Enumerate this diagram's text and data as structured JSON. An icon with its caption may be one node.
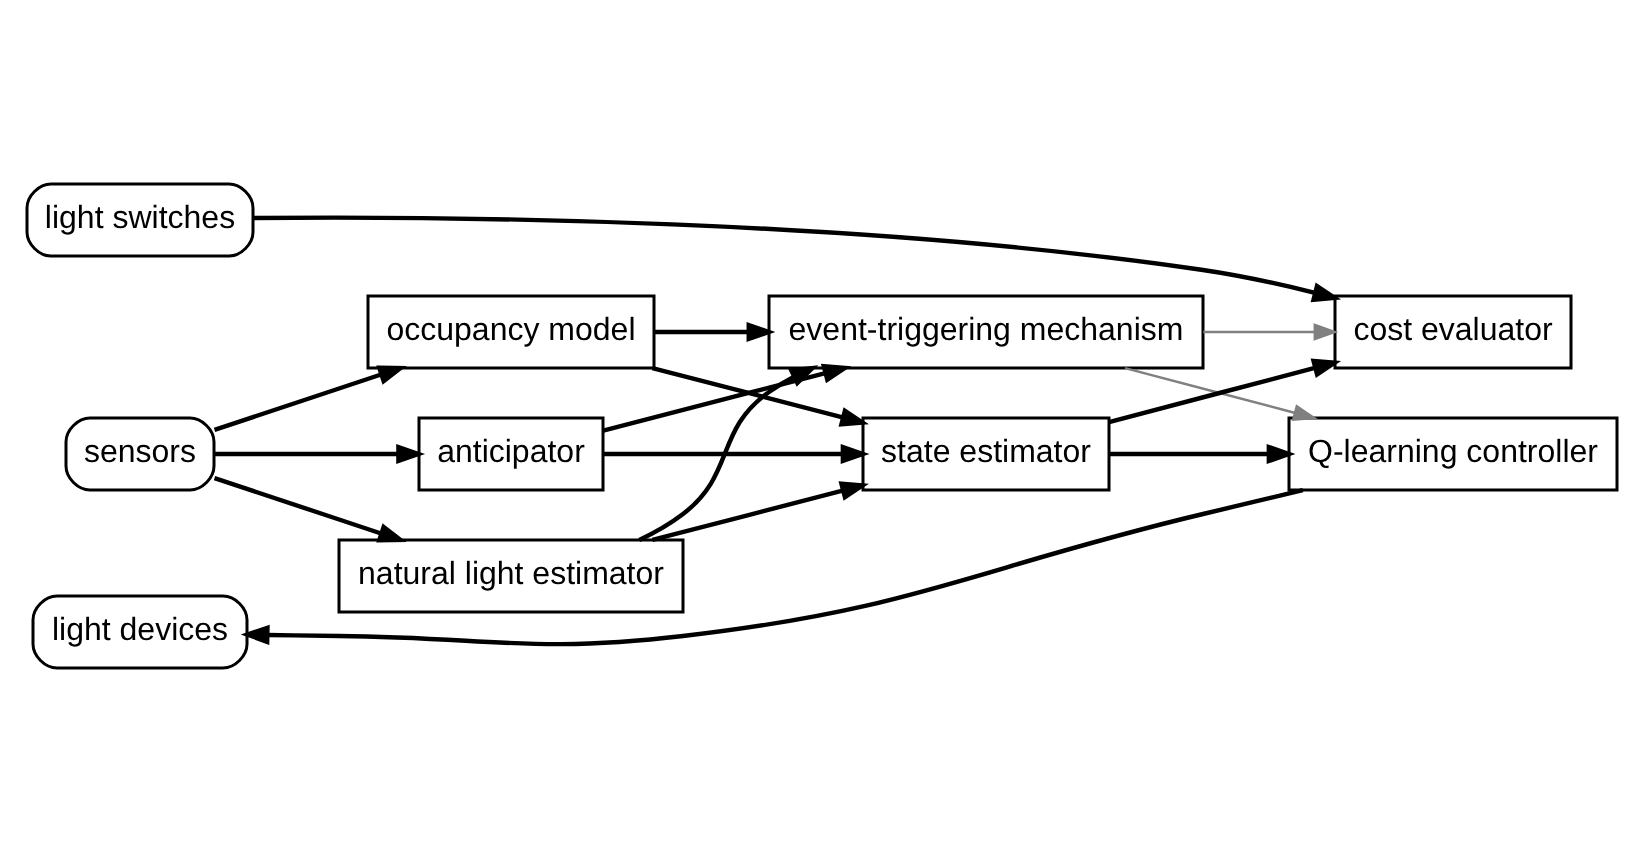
{
  "diagram": {
    "nodes": [
      {
        "text": [
          "light switches"
        ]
      },
      {
        "text": [
          "sensors"
        ]
      },
      {
        "text": [
          "light devices"
        ]
      },
      {
        "text": [
          "occupancy model"
        ]
      },
      {
        "text": [
          "anticipator"
        ]
      },
      {
        "text": [
          "natural light estimator"
        ]
      },
      {
        "text": [
          "event-triggering mechanism"
        ]
      },
      {
        "text": [
          "state estimator"
        ]
      },
      {
        "text": [
          "cost evaluator"
        ]
      },
      {
        "text": [
          "Q-learning controller"
        ]
      }
    ],
    "edges": [
      {
        "from": 0,
        "to": 8,
        "arrow": "to"
      },
      {
        "from": 1,
        "to": 3,
        "arrow": "to"
      },
      {
        "from": 1,
        "to": 4,
        "arrow": "to"
      },
      {
        "from": 1,
        "to": 5,
        "arrow": "to"
      },
      {
        "from": 3,
        "to": 6,
        "arrow": "to"
      },
      {
        "from": 3,
        "to": 7,
        "arrow": "to"
      },
      {
        "from": 4,
        "to": 6,
        "arrow": "to"
      },
      {
        "from": 4,
        "to": 7,
        "arrow": "to"
      },
      {
        "from": 5,
        "to": 6,
        "arrow": "to"
      },
      {
        "from": 5,
        "to": 7,
        "arrow": "to"
      },
      {
        "from": 6,
        "to": 8,
        "arrow": "to",
        "color": "#808080"
      },
      {
        "from": 6,
        "to": 9,
        "arrow": "to",
        "color": "#808080"
      },
      {
        "from": 7,
        "to": 8,
        "arrow": "to"
      },
      {
        "from": 7,
        "to": 9,
        "arrow": "to"
      },
      {
        "from": 9,
        "to": 2,
        "arrow": "to"
      }
    ]
  }
}
